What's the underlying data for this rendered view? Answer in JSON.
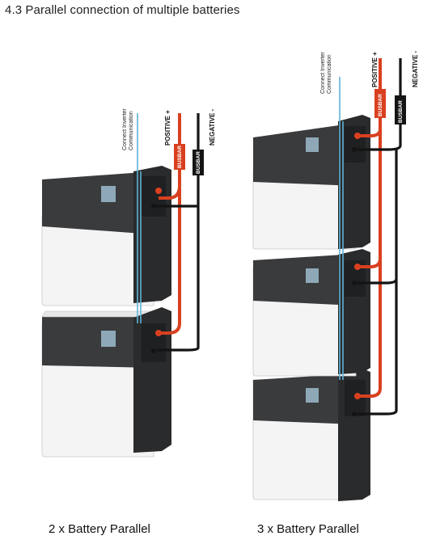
{
  "heading": "4.3 Parallel connection of multiple batteries",
  "colors": {
    "positive_cable": "#d9401f",
    "negative_cable": "#141414",
    "comm_cable": "#5fb3d8",
    "battery_dark": "#3a3b3d",
    "battery_side": "#2a2b2d",
    "battery_body": "#f4f4f4"
  },
  "diagrams": [
    {
      "caption": "2 x Battery Parallel",
      "battery_count": 2,
      "labels": {
        "comm_line1": "Connect Inverter",
        "comm_line2": "Communication",
        "positive": "POSITIVE +",
        "negative": "NEGATIVE -",
        "busbar_pos": "BUSBAR",
        "busbar_neg": "BUSBAR"
      }
    },
    {
      "caption": "3 x Battery Parallel",
      "battery_count": 3,
      "labels": {
        "comm_line1": "Connect Inverter",
        "comm_line2": "Communication",
        "positive": "POSITIVE +",
        "negative": "NEGATIVE -",
        "busbar_pos": "BUSBAR",
        "busbar_neg": "BUSBAR"
      }
    }
  ]
}
